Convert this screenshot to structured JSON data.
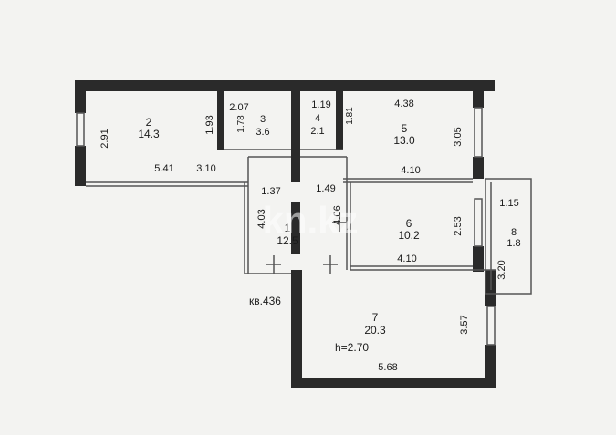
{
  "rooms": [
    {
      "id": "r2",
      "number": "2",
      "area": "14.3",
      "dims": [
        "2.91",
        "1.93",
        "5.41",
        "3.10"
      ]
    },
    {
      "id": "r3",
      "number": "3",
      "area": "3.6",
      "dims": [
        "2.07",
        "1.78"
      ]
    },
    {
      "id": "r4",
      "number": "4",
      "area": "2.1",
      "dims": [
        "1.19",
        "1.81"
      ]
    },
    {
      "id": "r5",
      "number": "5",
      "area": "13.0",
      "dims": [
        "4.38",
        "3.05",
        "4.10"
      ]
    },
    {
      "id": "r1",
      "number": "1",
      "area": "12.5",
      "dims": [
        "1.37",
        "1.49",
        "4.03",
        "4.06"
      ]
    },
    {
      "id": "r6",
      "number": "6",
      "area": "10.2",
      "dims": [
        "2.53",
        "4.10"
      ]
    },
    {
      "id": "r8",
      "number": "8",
      "area": "1.8",
      "dims": [
        "1.15",
        "3.20"
      ]
    },
    {
      "id": "r7",
      "number": "7",
      "area": "20.3",
      "dims": [
        "3.57",
        "5.68"
      ]
    }
  ],
  "apartment_label": "кв.436",
  "ceiling_height": "h=2.70",
  "watermark": "kn.kz",
  "colors": {
    "wall": "#2a2a2a",
    "paper": "#f3f3f1",
    "line": "#555555"
  }
}
